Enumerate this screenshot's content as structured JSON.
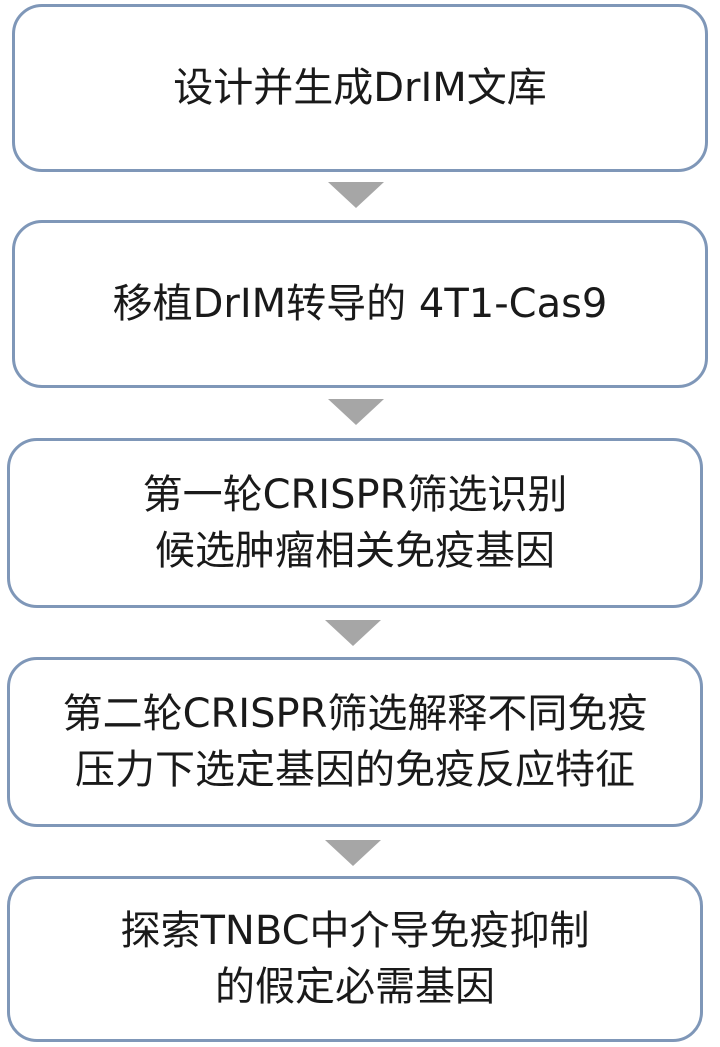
{
  "colors": {
    "box_border": "#7f97b8",
    "arrow": "#a6a6a6",
    "text": "#1a1a1a"
  },
  "flow": {
    "steps": [
      {
        "lines": [
          "设计并生成DrIM文库"
        ]
      },
      {
        "lines": [
          "移植DrIM转导的 4T1-Cas9"
        ]
      },
      {
        "lines": [
          "第一轮CRISPR筛选识别",
          "候选肿瘤相关免疫基因"
        ]
      },
      {
        "lines": [
          "第二轮CRISPR筛选解释不同免疫",
          "压力下选定基因的免疫反应特征"
        ]
      },
      {
        "lines": [
          "探索TNBC中介导免疫抑制",
          "的假定必需基因"
        ]
      }
    ]
  }
}
